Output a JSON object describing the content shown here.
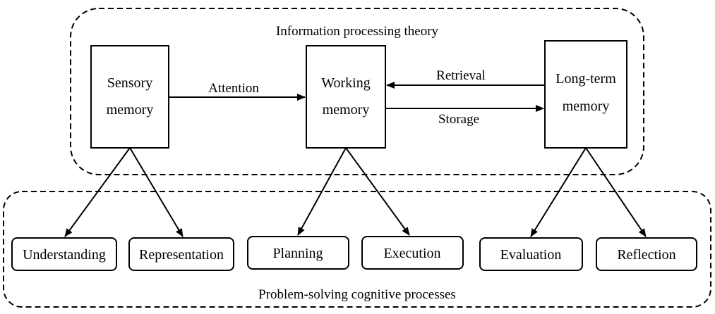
{
  "upper_group": {
    "title": "Information processing theory"
  },
  "lower_group": {
    "title": "Problem-solving cognitive processes"
  },
  "memory_boxes": {
    "sensory": {
      "line1": "Sensory",
      "line2": "memory"
    },
    "working": {
      "line1": "Working",
      "line2": "memory"
    },
    "longterm": {
      "line1": "Long-term",
      "line2": "memory"
    }
  },
  "edge_labels": {
    "attention": "Attention",
    "retrieval": "Retrieval",
    "storage": "Storage"
  },
  "processes": {
    "understanding": "Understanding",
    "representation": "Representation",
    "planning": "Planning",
    "execution": "Execution",
    "evaluation": "Evaluation",
    "reflection": "Reflection"
  }
}
